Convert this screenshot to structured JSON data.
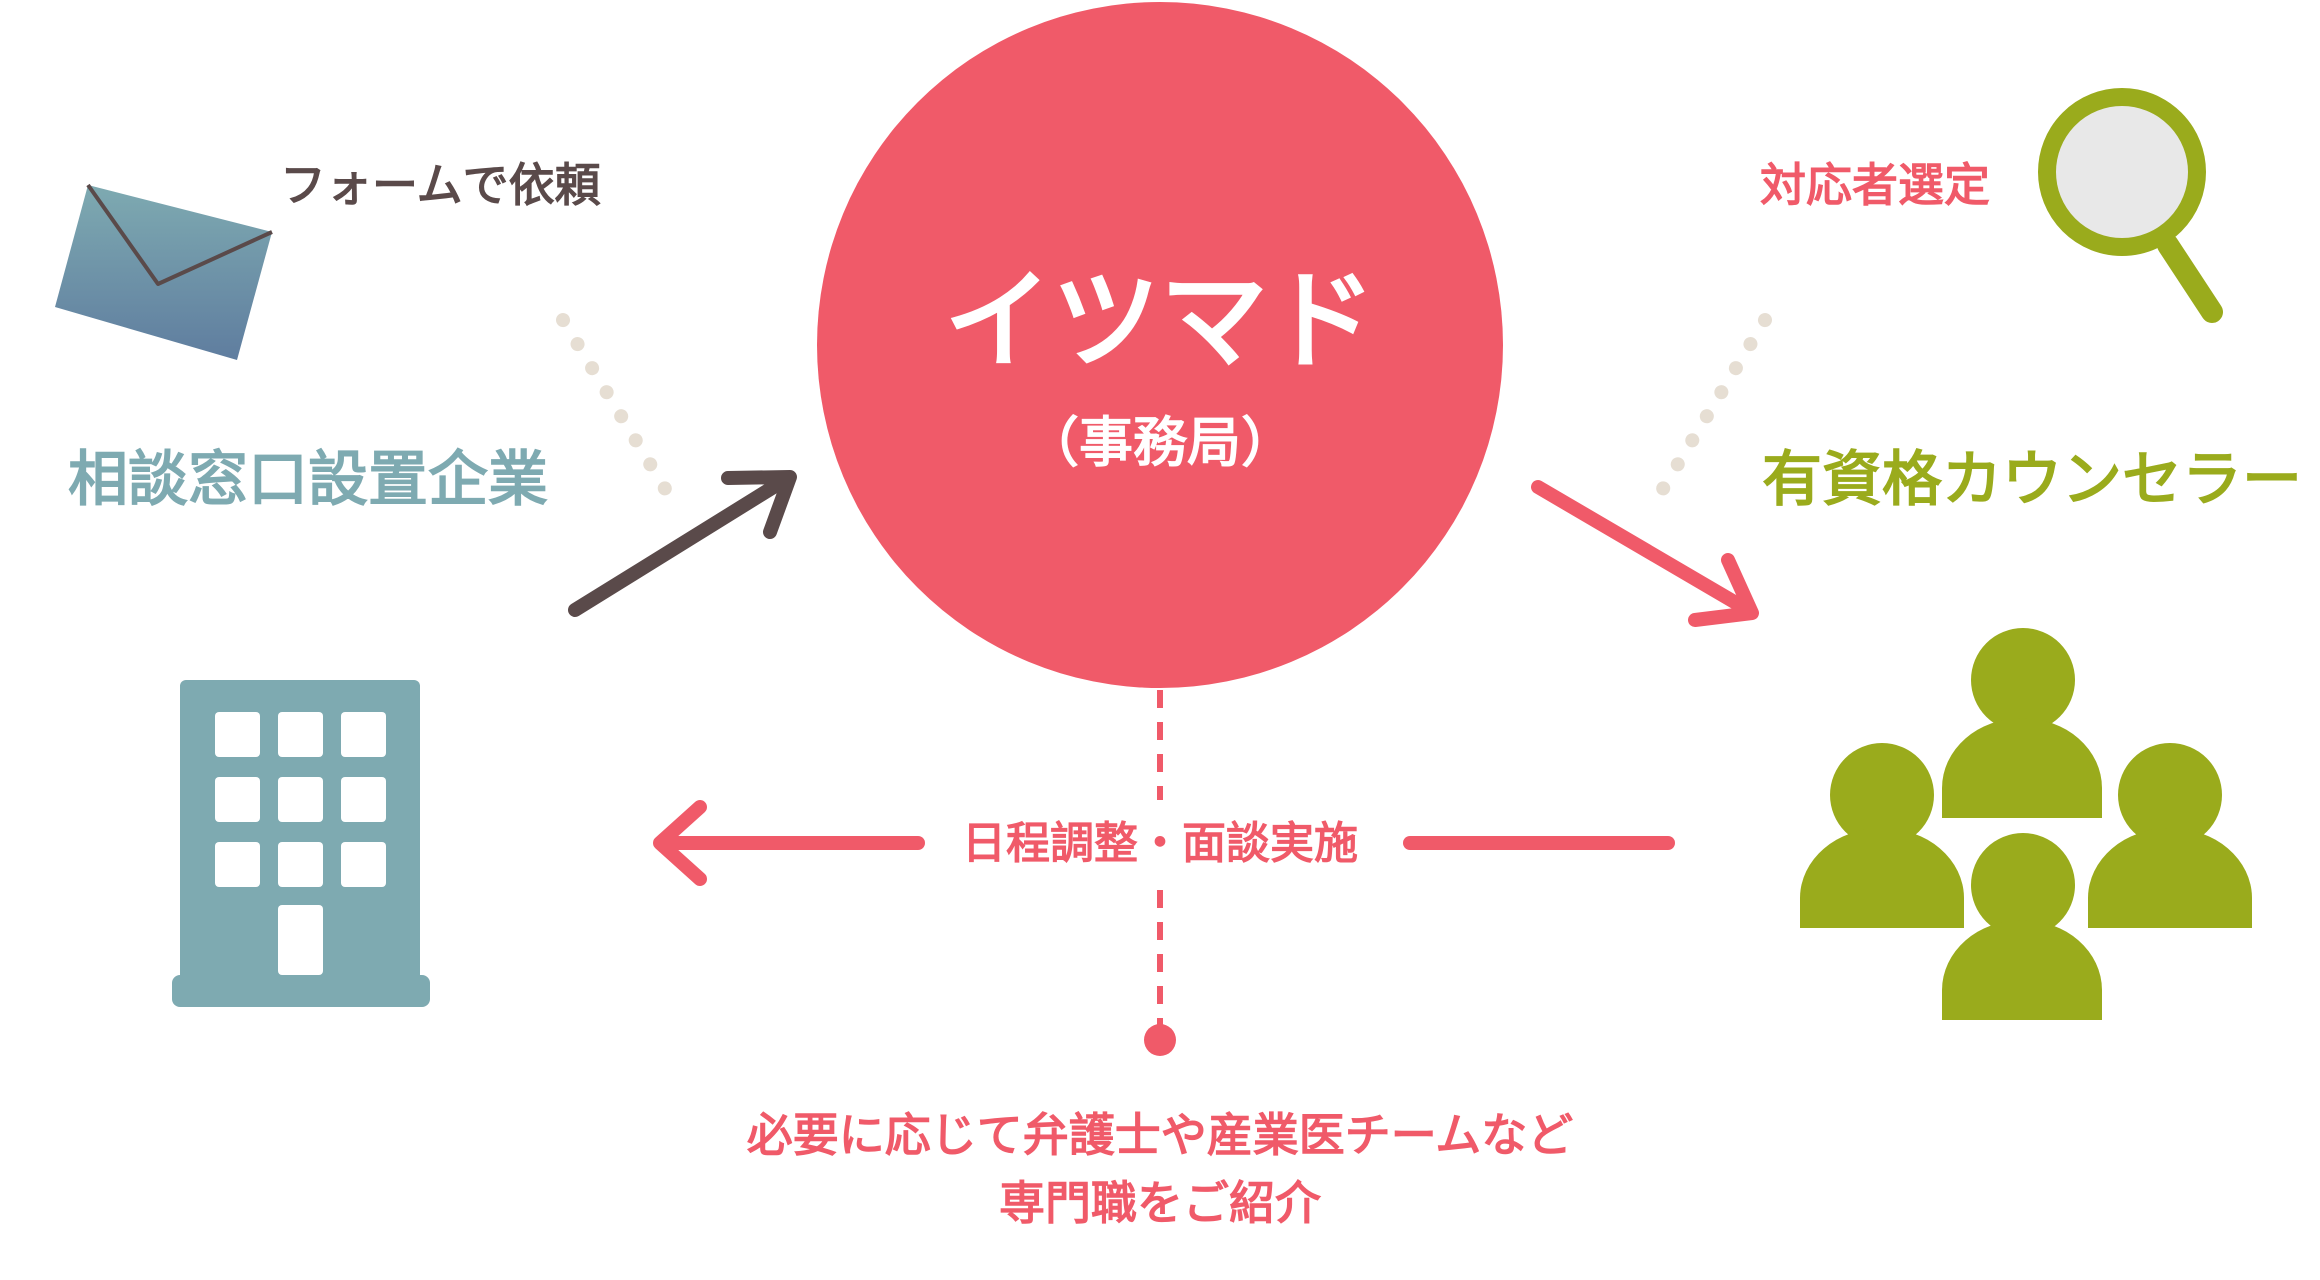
{
  "labels": {
    "form_request": "フォームで依頼",
    "consult_company": "相談窓口設置企業",
    "selection": "対応者選定",
    "counselor": "有資格カウンセラー",
    "center_title": "イツマド",
    "center_subtitle": "（事務局）",
    "schedule": "日程調整・面談実施",
    "specialist_line1": "必要に応じて弁護士や産業医チームなど",
    "specialist_line2": "専門職をご紹介"
  },
  "icons": {
    "envelope": "envelope-icon",
    "building": "office-building-icon",
    "magnifier": "magnifying-glass-icon",
    "people": "people-group-icon"
  },
  "colors": {
    "brand_red": "#f05a69",
    "teal": "#7eaab1",
    "olive": "#9aab1c",
    "dark_brown": "#5a4a4a",
    "dot_beige": "#e6ded3",
    "white": "#ffffff",
    "envelope_gradient_end": "#5f7d9f"
  }
}
